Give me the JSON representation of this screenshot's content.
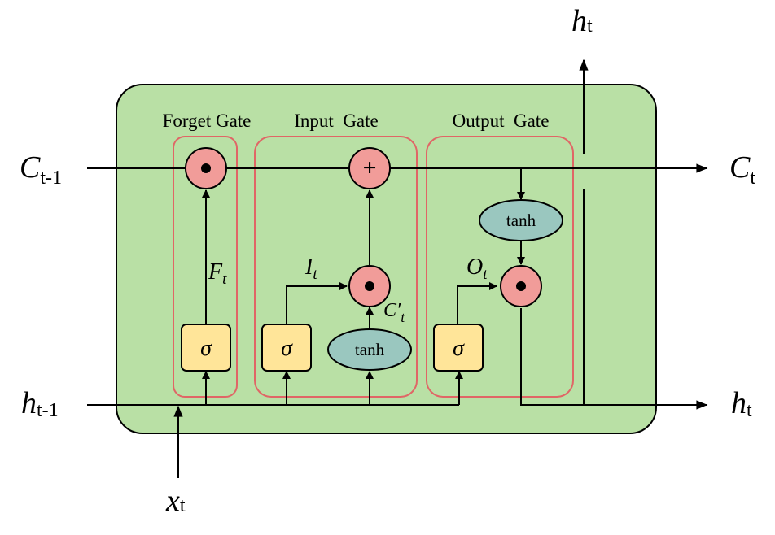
{
  "gates": {
    "forget": "Forget Gate",
    "input": "Input  Gate",
    "output": "Output  Gate"
  },
  "external": {
    "c_prev": {
      "base": "C",
      "sub": "t-1"
    },
    "c_next": {
      "base": "C",
      "sub": "t"
    },
    "h_prev": {
      "base": "h",
      "sub": "t-1"
    },
    "h_out_right": {
      "base": "h",
      "sub": "t"
    },
    "h_out_top": {
      "base": "h",
      "sub": "t"
    },
    "x_in": {
      "base": "x",
      "sub": "t"
    }
  },
  "signals": {
    "forget": {
      "base": "F",
      "sub": "t"
    },
    "input": {
      "base": "I",
      "sub": "t"
    },
    "candidate": {
      "base": "C′",
      "sub": "t"
    },
    "output": {
      "base": "O",
      "sub": "t"
    }
  },
  "ops": {
    "sigma": "σ",
    "tanh": "tanh",
    "add": "+",
    "multiply": "●"
  },
  "colors": {
    "cell_fill": "#b9e0a5",
    "gate_border": "#e06666",
    "op_circle": "#f19c99",
    "sigma_box": "#ffe599",
    "sigma_border": "#d6a02b",
    "tanh_fill": "#9ac7bf",
    "line": "#000000"
  }
}
